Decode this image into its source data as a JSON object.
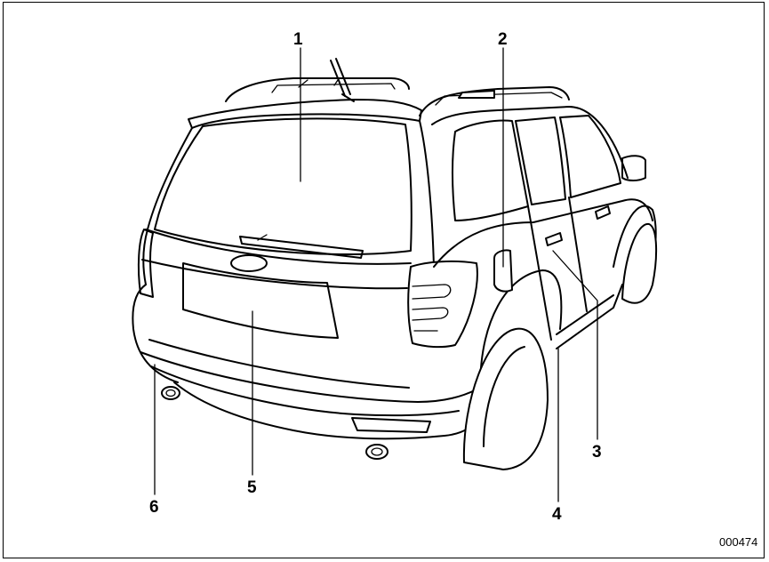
{
  "figure": {
    "code": "000474",
    "callouts": [
      {
        "id": "1",
        "label": "1"
      },
      {
        "id": "2",
        "label": "2"
      },
      {
        "id": "3",
        "label": "3"
      },
      {
        "id": "4",
        "label": "4"
      },
      {
        "id": "5",
        "label": "5"
      },
      {
        "id": "6",
        "label": "6"
      }
    ]
  }
}
